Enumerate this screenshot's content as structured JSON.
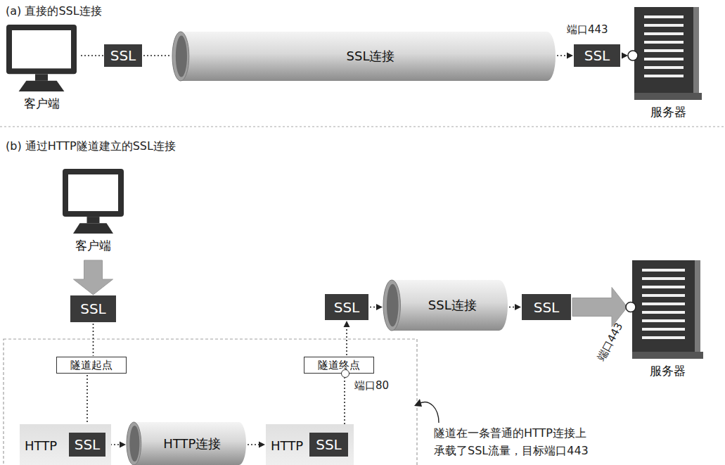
{
  "diagram": {
    "nodes": [
      {
        "text": [
          "客户端"
        ]
      },
      {
        "text": [
          "SSL"
        ]
      },
      {
        "text": [
          "SSL连接"
        ]
      },
      {
        "text": [
          "SSL"
        ]
      },
      {
        "text": [
          "服务器"
        ]
      },
      {
        "text": [
          "客户端"
        ]
      },
      {
        "text": [
          "SSL"
        ]
      },
      {
        "text": [
          "隧道起点"
        ]
      },
      {
        "text": [
          "HTTP"
        ]
      },
      {
        "text": [
          "SSL"
        ],
        "in": 8
      },
      {
        "text": [
          "HTTP连接"
        ]
      },
      {
        "text": [
          "HTTP"
        ]
      },
      {
        "text": [
          "SSL"
        ],
        "in": 11
      },
      {
        "text": [
          "隧道终点"
        ]
      },
      {
        "text": [
          "SSL"
        ]
      },
      {
        "text": [
          "SSL连接"
        ]
      },
      {
        "text": [
          "SSL"
        ]
      },
      {
        "text": [
          "服务器"
        ]
      }
    ],
    "edges": [
      {
        "from": 0,
        "to": 1,
        "arrow": "none"
      },
      {
        "from": 1,
        "to": 2,
        "arrow": "none"
      },
      {
        "from": 2,
        "to": 3,
        "arrow": "to"
      },
      {
        "from": 3,
        "to": 4,
        "arrow": "to"
      },
      {
        "from": 5,
        "to": 6,
        "arrow": "to"
      },
      {
        "from": 6,
        "to": 7,
        "arrow": "none"
      },
      {
        "from": 7,
        "to": 9,
        "arrow": "to"
      },
      {
        "from": 9,
        "to": 10,
        "arrow": "to"
      },
      {
        "from": 10,
        "to": 11,
        "arrow": "to"
      },
      {
        "from": 12,
        "to": 13,
        "arrow": "none"
      },
      {
        "from": 13,
        "to": 14,
        "arrow": "to"
      },
      {
        "from": 14,
        "to": 15,
        "arrow": "to"
      },
      {
        "from": 15,
        "to": 16,
        "arrow": "to"
      },
      {
        "from": 16,
        "to": 17,
        "arrow": "to"
      }
    ],
    "labels": [
      "(a) 直接的SSL连接",
      "端口443",
      "(b) 通过HTTP隧道建立的SSL连接",
      "端口80",
      "端口443",
      "隧道在一条普通的HTTP连接上 承载了SSL流量，目标端口443"
    ]
  }
}
